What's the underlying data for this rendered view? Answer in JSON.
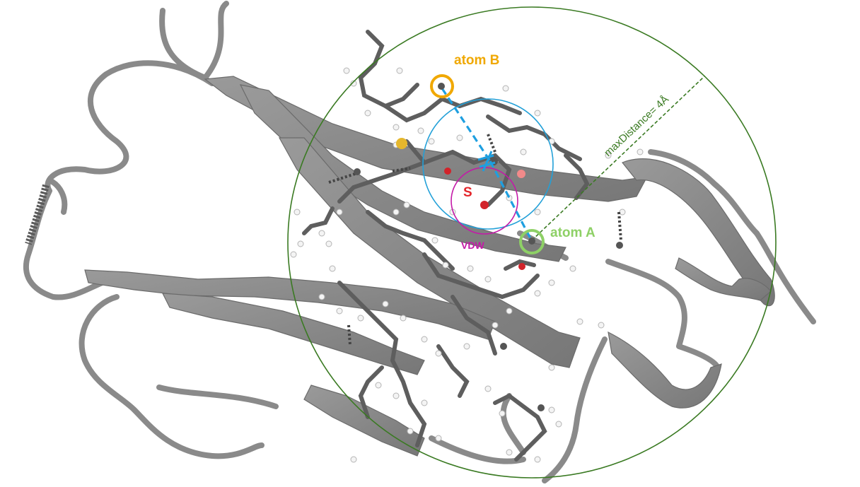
{
  "labels": {
    "atom_b": "atom B",
    "atom_a": "atom A",
    "sulfur": "S",
    "vdw": "VDW",
    "max_distance": "maxDistance= 4Å"
  },
  "colors": {
    "ribbon": "#8c8c8c",
    "ribbon_dark": "#6e6e6e",
    "max_circle": "#3a7a22",
    "atom_b": "#f0a800",
    "atom_a": "#8ed066",
    "sulfur_text": "#e3252a",
    "vdw": "#c41aa8",
    "center_circle": "#22a0d8",
    "bond_dash": "#1e9fe0",
    "oxygen": "#d2232a",
    "sulfur_atom": "#e5b72d",
    "hydrogen": "#f4f4f4"
  }
}
